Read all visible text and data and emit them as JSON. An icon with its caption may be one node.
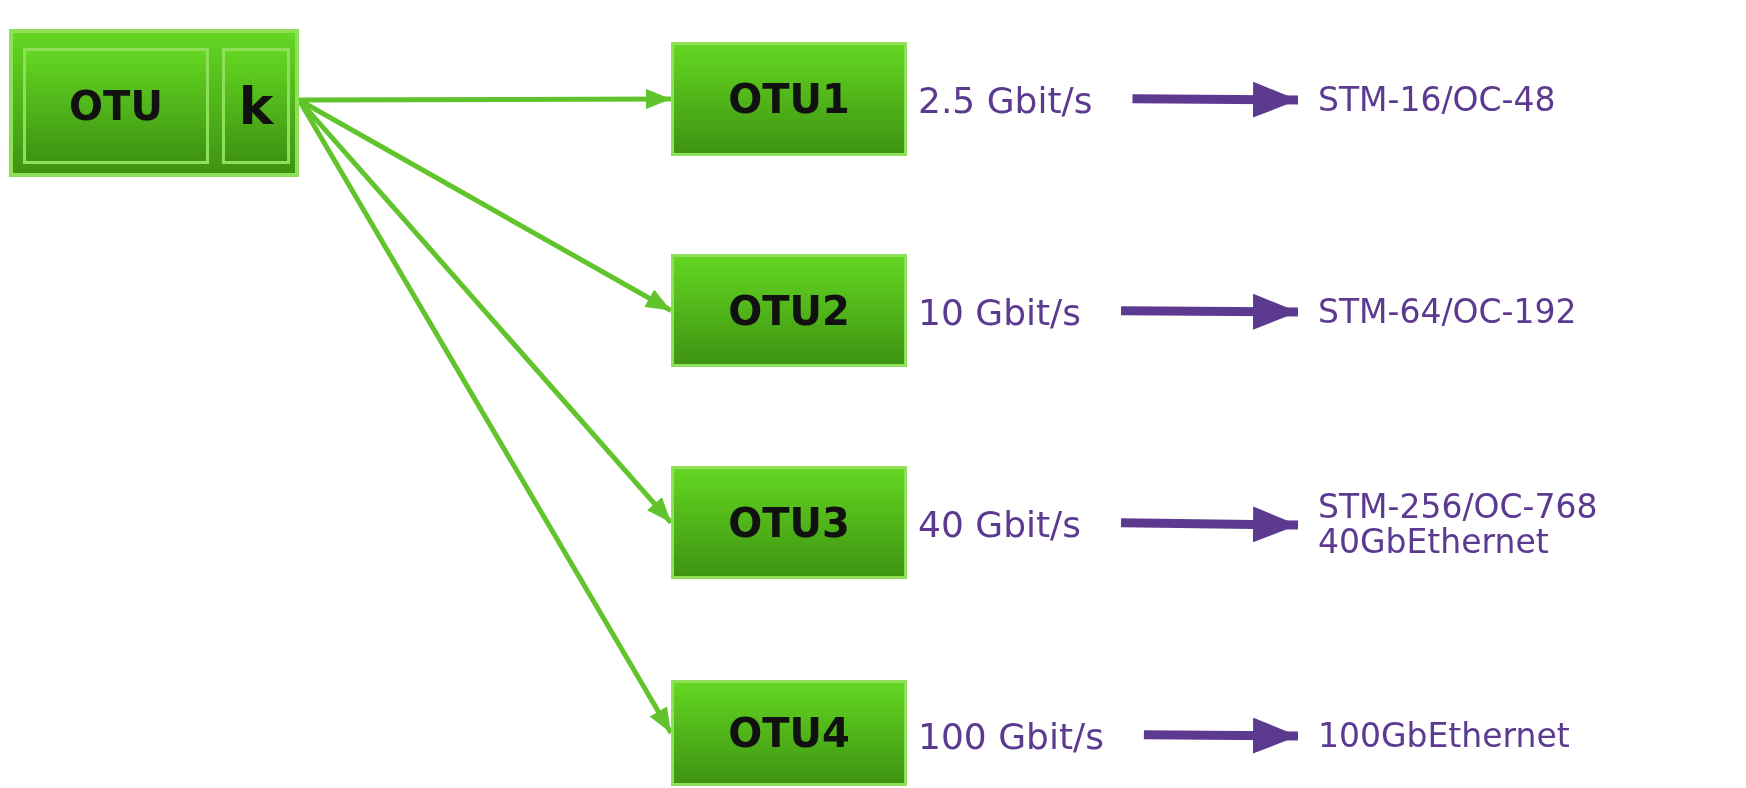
{
  "diagram": {
    "nodes": [
      {
        "text": [],
        "shape": "box"
      },
      {
        "text": [
          "OTU"
        ],
        "in": 0
      },
      {
        "text": [
          "k"
        ],
        "in": 0
      },
      {
        "text": [
          "OTU1"
        ]
      },
      {
        "text": [
          "OTU2"
        ]
      },
      {
        "text": [
          "OTU3"
        ]
      },
      {
        "text": [
          "OTU4"
        ]
      },
      {
        "text": [
          "2.5 Gbit/s"
        ]
      },
      {
        "text": [
          "10 Gbit/s"
        ]
      },
      {
        "text": [
          "40 Gbit/s"
        ]
      },
      {
        "text": [
          "100 Gbit/s"
        ]
      },
      {
        "text": [
          "STM-16/OC-48"
        ]
      },
      {
        "text": [
          "STM-64/OC-192"
        ]
      },
      {
        "text": [
          "STM-256/OC-768",
          "40GbEthernet"
        ]
      },
      {
        "text": [
          "100GbEthernet"
        ]
      }
    ],
    "edges": [
      {
        "from": 0,
        "to": 3,
        "arrow": "to"
      },
      {
        "from": 0,
        "to": 4,
        "arrow": "to"
      },
      {
        "from": 0,
        "to": 5,
        "arrow": "to"
      },
      {
        "from": 0,
        "to": 6,
        "arrow": "to"
      },
      {
        "from": 7,
        "to": 11,
        "arrow": "to",
        "style": "thick",
        "color": "#5b3a8f"
      },
      {
        "from": 8,
        "to": 12,
        "arrow": "to",
        "style": "thick",
        "color": "#5b3a8f"
      },
      {
        "from": 9,
        "to": 13,
        "arrow": "to",
        "style": "thick",
        "color": "#5b3a8f"
      },
      {
        "from": 10,
        "to": 14,
        "arrow": "to",
        "style": "thick",
        "color": "#5b3a8f"
      }
    ]
  }
}
